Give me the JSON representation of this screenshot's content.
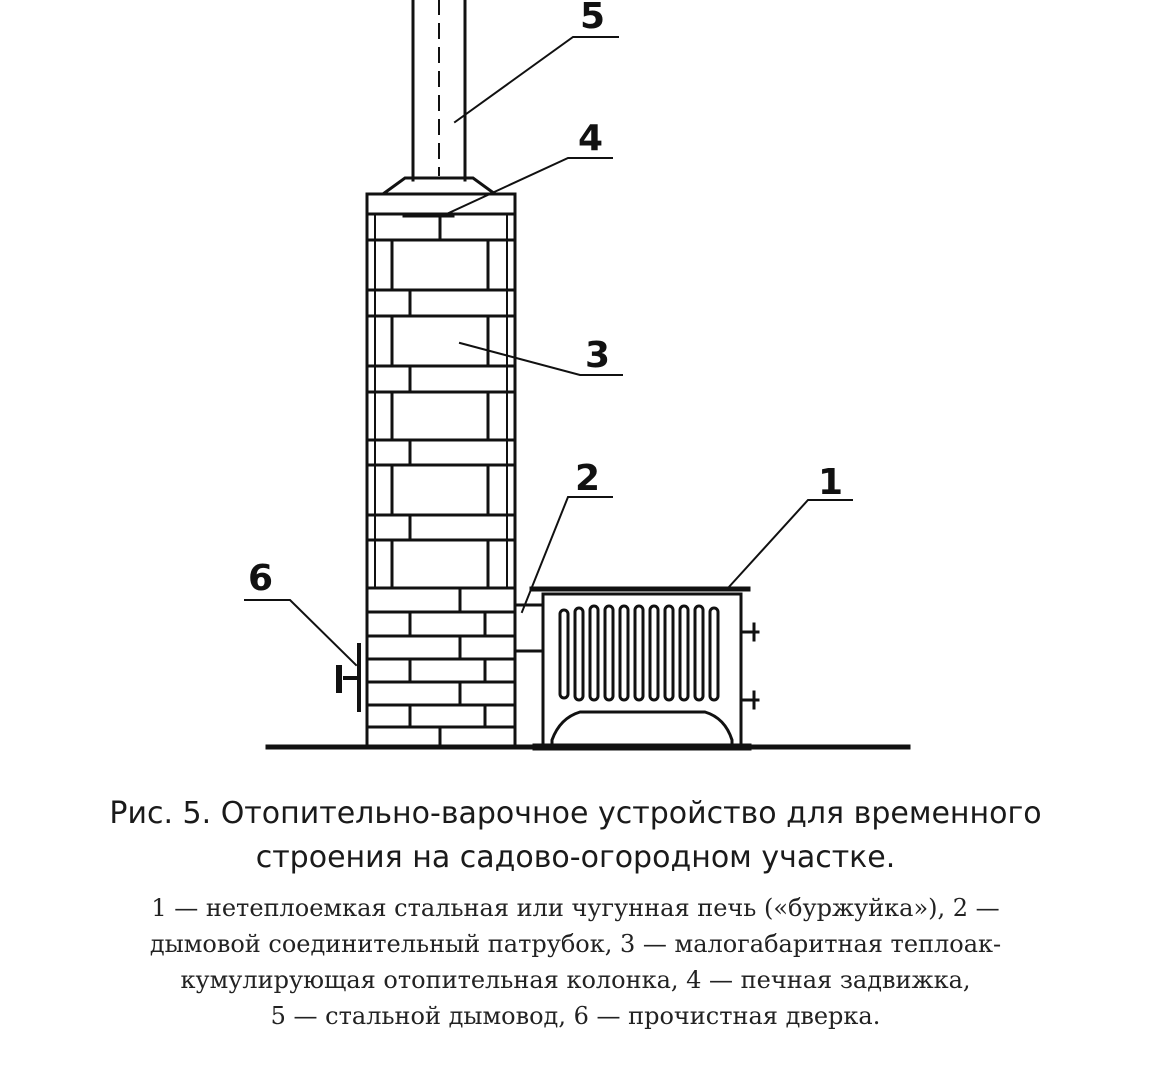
{
  "figure": {
    "callouts": {
      "n1": "1",
      "n2": "2",
      "n3": "3",
      "n4": "4",
      "n5": "5",
      "n6": "6"
    },
    "stroke_color": "#111111"
  },
  "caption": {
    "title_line1": "Рис. 5. Отопительно-варочное устройство для временного",
    "title_line2": "строения на садово-огородном участке.",
    "legend_line1": "1 — нетеплоемкая стальная или чугунная печь («буржуйка»), 2 —",
    "legend_line2": "дымовой соединительный патрубок, 3 — малогабаритная теплоак-",
    "legend_line3": "кумулирующая отопительная колонка, 4 — печная задвижка,",
    "legend_line4": "5 — стальной дымовод, 6 — прочистная дверка."
  }
}
